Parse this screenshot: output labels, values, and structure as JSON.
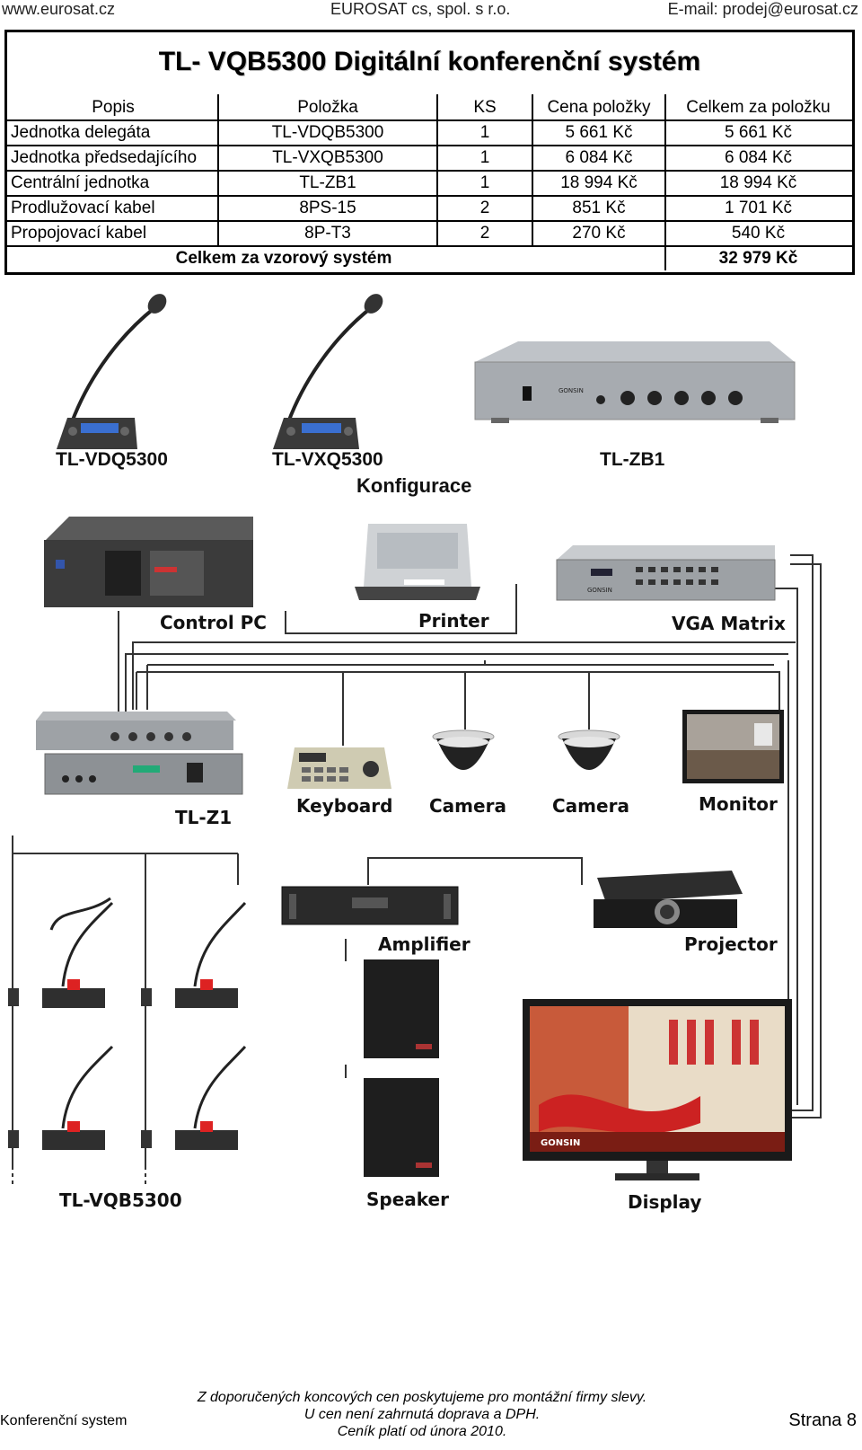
{
  "header": {
    "left": "www.eurosat.cz",
    "center": "EUROSAT cs, spol. s r.o.",
    "right": "E-mail: prodej@eurosat.cz"
  },
  "title": "TL- VQB5300  Digitální konferenční systém",
  "table": {
    "headers": [
      "Popis",
      "Položka",
      "KS",
      "Cena položky",
      "Celkem za položku"
    ],
    "rows": [
      [
        "Jednotka delegáta",
        "TL-VDQB5300",
        "1",
        "5 661 Kč",
        "5 661 Kč"
      ],
      [
        "Jednotka předsedajícího",
        "TL-VXQB5300",
        "1",
        "6 084 Kč",
        "6 084 Kč"
      ],
      [
        "Centrální jednotka",
        "TL-ZB1",
        "1",
        "18 994 Kč",
        "18 994 Kč"
      ],
      [
        "Prodlužovací kabel",
        "8PS-15",
        "2",
        "851 Kč",
        "1 701 Kč"
      ],
      [
        "Propojovací kabel",
        "8P-T3",
        "2",
        "270 Kč",
        "540 Kč"
      ]
    ],
    "total_label": "Celkem za vzorový systém",
    "total_value": "32 979 Kč"
  },
  "products": {
    "delegate": "TL-VDQ5300",
    "chairman": "TL-VXQ5300",
    "central": "TL-ZB1",
    "central_brand": "GONSIN"
  },
  "config_title": "Konfigurace",
  "diagram": {
    "control_pc": "Control PC",
    "printer": "Printer",
    "vga_matrix": "VGA Matrix",
    "vga_brand": "GONSIN",
    "tl_z1": "TL-Z1",
    "keyboard": "Keyboard",
    "camera1": "Camera",
    "camera2": "Camera",
    "monitor": "Monitor",
    "amplifier": "Amplifier",
    "projector": "Projector",
    "speaker": "Speaker",
    "display": "Display",
    "display_brand": "GONSIN",
    "units": "TL-VQB5300"
  },
  "footer": {
    "left": "Konferenční system",
    "center_lines": [
      "Z doporučených koncových cen poskytujeme pro montážní firmy slevy.",
      "U cen není zahrnutá doprava a DPH.",
      "Ceník platí od února 2010."
    ],
    "right": "Strana 8"
  }
}
